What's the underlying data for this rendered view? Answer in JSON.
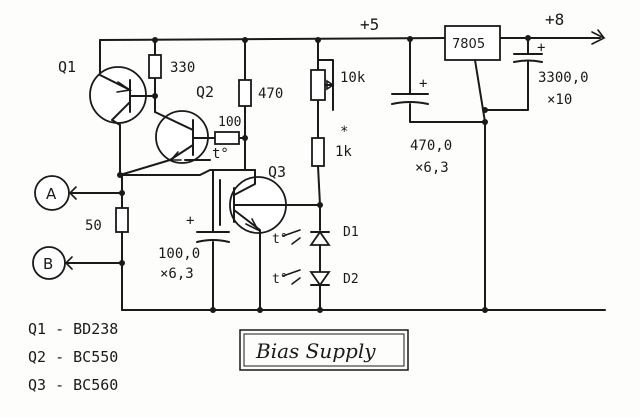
{
  "supply": {
    "plus5": "+5",
    "plus8": "+8"
  },
  "transistors": {
    "q1": "Q1",
    "q2": "Q2",
    "q3": "Q3"
  },
  "resistors": {
    "r330": "330",
    "r470": "470",
    "r100": "100",
    "r10k": "10k",
    "r1k": "1k",
    "r1k_mark": "*",
    "r50": "50"
  },
  "capacitors": {
    "c100": {
      "value": "100,0",
      "voltage": "×6,3",
      "plus": "+"
    },
    "c470": {
      "value": "470,0",
      "voltage": "×6,3",
      "plus": "+"
    },
    "c3300": {
      "value": "3300,0",
      "voltage": "×10",
      "plus": "+"
    }
  },
  "regulator": {
    "label": "7805"
  },
  "diodes": {
    "d1": "D1",
    "d2": "D2"
  },
  "thermal": {
    "t1": "t°",
    "t2": "t°",
    "t3": "t°"
  },
  "terminals": {
    "a": "A",
    "b": "B"
  },
  "parts_list": [
    "Q1 - BD238",
    "Q2 - BC550",
    "Q3 - BC560"
  ],
  "title": "Bias Supply"
}
